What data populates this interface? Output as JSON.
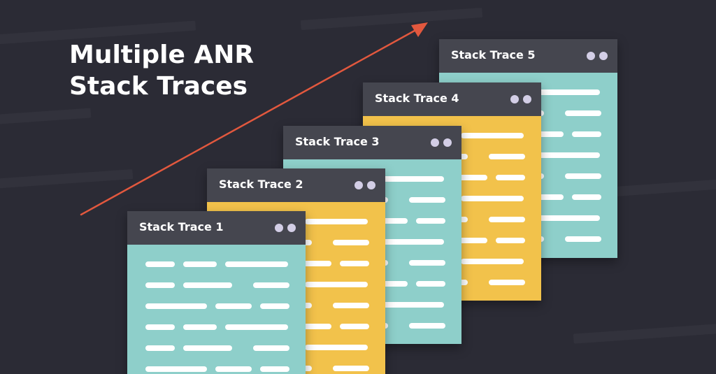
{
  "heading": {
    "line1": "Multiple ANR",
    "line2": "Stack Traces"
  },
  "arrow": {
    "color": "#e2583e"
  },
  "cards": [
    {
      "title": "Stack Trace 1",
      "color": "#8ecfca"
    },
    {
      "title": "Stack Trace 2",
      "color": "#f2c24b"
    },
    {
      "title": "Stack Trace 3",
      "color": "#8ecfca"
    },
    {
      "title": "Stack Trace 4",
      "color": "#f2c24b"
    },
    {
      "title": "Stack Trace 5",
      "color": "#8ecfca"
    }
  ],
  "colors": {
    "background": "#2b2b35",
    "header": "#45464f",
    "dot": "#d3cee6",
    "code_line": "#ffffff"
  },
  "icons": {
    "window_dots": "window-dots-icon",
    "trend_arrow": "trend-arrow-icon"
  }
}
